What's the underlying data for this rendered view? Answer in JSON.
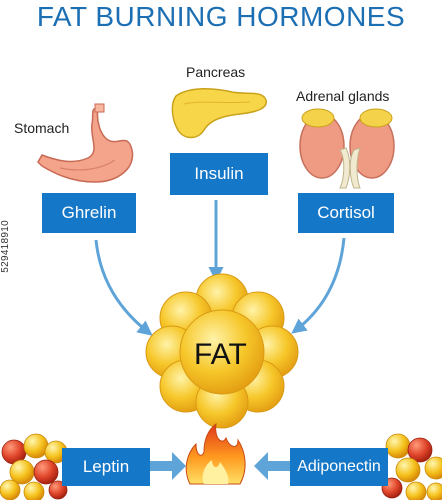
{
  "title": "FAT BURNING HORMONES",
  "organs": {
    "stomach": "Stomach",
    "pancreas": "Pancreas",
    "adrenal": "Adrenal glands"
  },
  "hormones": {
    "ghrelin": "Ghrelin",
    "insulin": "Insulin",
    "cortisol": "Cortisol",
    "leptin": "Leptin",
    "adiponectin": "Adiponectin"
  },
  "center_label": "FAT",
  "stock_id": "529418910",
  "colors": {
    "title": "#1c6fb3",
    "box": "#1577c7",
    "arrow": "#5fa4d8",
    "fat": "#f6c72a"
  },
  "icons": [
    "stomach-icon",
    "pancreas-icon",
    "adrenal-glands-icon",
    "fat-cluster-icon",
    "flame-icon",
    "fat-cells-icon"
  ]
}
